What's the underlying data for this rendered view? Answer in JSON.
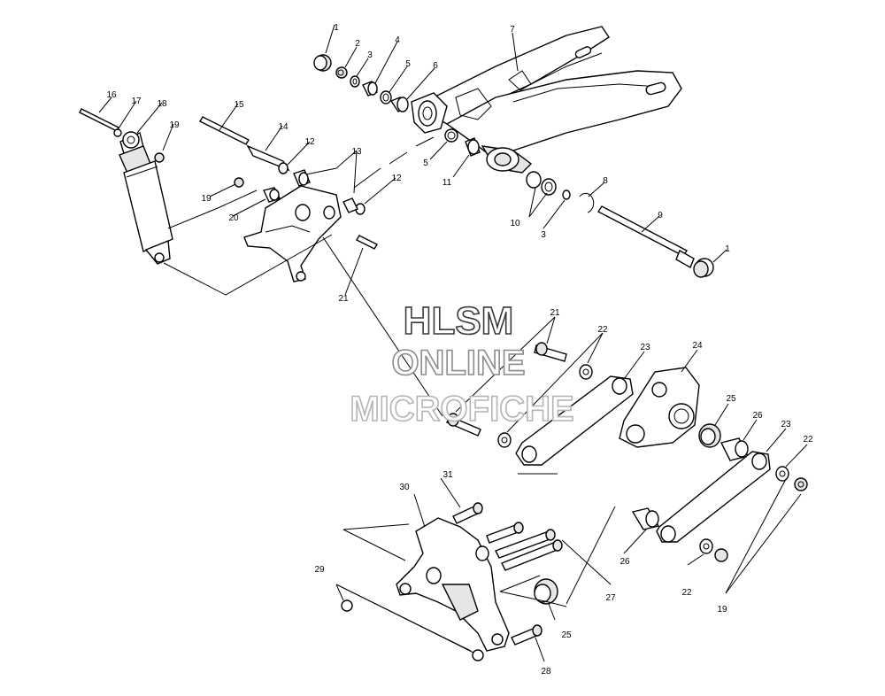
{
  "watermark": {
    "line1": "HLSM",
    "line2": "ONLINE",
    "line3": "MICROFICHE"
  },
  "callouts": [
    {
      "id": "c1a",
      "label": "1"
    },
    {
      "id": "c2",
      "label": "2"
    },
    {
      "id": "c3a",
      "label": "3"
    },
    {
      "id": "c4",
      "label": "4"
    },
    {
      "id": "c5a",
      "label": "5"
    },
    {
      "id": "c6",
      "label": "6"
    },
    {
      "id": "c7",
      "label": "7"
    },
    {
      "id": "c5b",
      "label": "5"
    },
    {
      "id": "c11",
      "label": "11"
    },
    {
      "id": "c8",
      "label": "8"
    },
    {
      "id": "c10",
      "label": "10"
    },
    {
      "id": "c3b",
      "label": "3"
    },
    {
      "id": "c9",
      "label": "9"
    },
    {
      "id": "c1b",
      "label": "1"
    },
    {
      "id": "c16",
      "label": "16"
    },
    {
      "id": "c17",
      "label": "17"
    },
    {
      "id": "c18",
      "label": "18"
    },
    {
      "id": "c19a",
      "label": "19"
    },
    {
      "id": "c15",
      "label": "15"
    },
    {
      "id": "c14",
      "label": "14"
    },
    {
      "id": "c12a",
      "label": "12"
    },
    {
      "id": "c13",
      "label": "13"
    },
    {
      "id": "c12b",
      "label": "12"
    },
    {
      "id": "c19b",
      "label": "19"
    },
    {
      "id": "c20",
      "label": "20"
    },
    {
      "id": "c21a",
      "label": "21"
    },
    {
      "id": "c21b",
      "label": "21"
    },
    {
      "id": "c22a",
      "label": "22"
    },
    {
      "id": "c23a",
      "label": "23"
    },
    {
      "id": "c24",
      "label": "24"
    },
    {
      "id": "c25a",
      "label": "25"
    },
    {
      "id": "c26a",
      "label": "26"
    },
    {
      "id": "c23b",
      "label": "23"
    },
    {
      "id": "c22b",
      "label": "22"
    },
    {
      "id": "c31",
      "label": "31"
    },
    {
      "id": "c30",
      "label": "30"
    },
    {
      "id": "c29",
      "label": "29"
    },
    {
      "id": "c26b",
      "label": "26"
    },
    {
      "id": "c27",
      "label": "27"
    },
    {
      "id": "c22c",
      "label": "22"
    },
    {
      "id": "c19c",
      "label": "19"
    },
    {
      "id": "c25b",
      "label": "25"
    },
    {
      "id": "c28",
      "label": "28"
    }
  ]
}
